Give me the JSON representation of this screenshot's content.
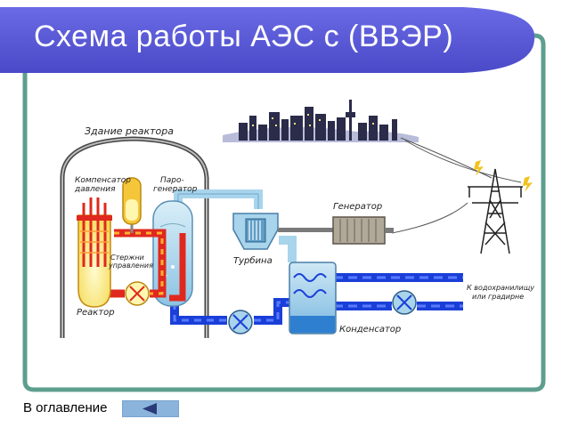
{
  "slide": {
    "title": "Схема работы АЭС с (ВВЭР)",
    "back_link": "В оглавление"
  },
  "diagram": {
    "building_label": "Здание реактора",
    "compensator_label_1": "Компенсатор",
    "compensator_label_2": "давления",
    "steam_gen_label_1": "Паро-",
    "steam_gen_label_2": "генератор",
    "control_rods_label_1": "Стержни",
    "control_rods_label_2": "управления",
    "reactor_label": "Реактор",
    "turbine_label": "Турбина",
    "generator_label": "Генератор",
    "condenser_label": "Конденсатор",
    "reservoir_label_1": "К водохранилищу",
    "reservoir_label_2": "или градирне"
  },
  "colors": {
    "title_banner": "#5b5bd6",
    "frame_teal": "#5e9e8f",
    "primary_loop": "#e0281e",
    "secondary_loop": "#1a3fd8",
    "steam_light": "#a8d4ec",
    "reactor_yellow": "#fff27a"
  }
}
